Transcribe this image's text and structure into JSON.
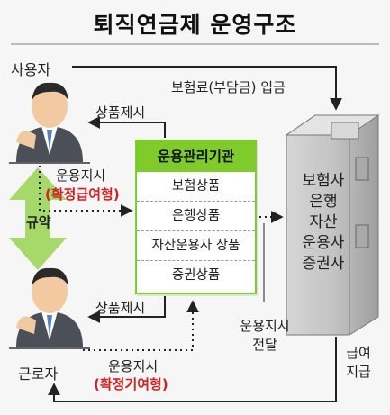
{
  "title": "퇴직연금제 운영구조",
  "parties": {
    "employer": "사용자",
    "employee": "근로자"
  },
  "flows": {
    "premium_payment": "보험료(부담금) 입금",
    "product_offer_top": "상품제시",
    "product_offer_bottom": "상품제시",
    "instruction_top": "운용지시",
    "instruction_top_type": "(확정급여형)",
    "instruction_bottom": "운용지시",
    "instruction_bottom_type": "(확정기여형)",
    "agreement": "규약",
    "instruction_transfer_1": "운용지시",
    "instruction_transfer_2": "전달",
    "benefit_payment_1": "급여",
    "benefit_payment_2": "지급"
  },
  "manager": {
    "title": "운용관리기관",
    "products": [
      "보험상품",
      "은행상품",
      "자산운용사 상품",
      "증권상품"
    ]
  },
  "institutions": [
    "보험사",
    "은행",
    "자산",
    "운용사",
    "증권사"
  ],
  "colors": {
    "accent_green": "#7ecb2b",
    "arrow_green": "#a6d86a",
    "highlight_red": "#d62020",
    "building_gray": "#b8b8b8"
  },
  "icons": [
    "person-icon",
    "building-icon",
    "double-arrow-icon"
  ]
}
